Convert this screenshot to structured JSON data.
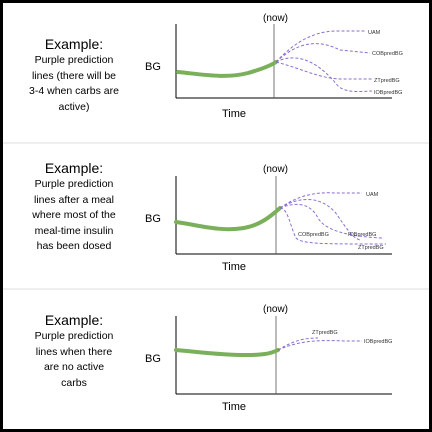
{
  "panels": [
    {
      "title": "Example:",
      "description_lines": [
        "Purple prediction",
        "lines (there will be",
        "3-4 when carbs are",
        "active)"
      ],
      "ylabel": "BG",
      "xlabel": "Time",
      "now_label": "(now)",
      "prediction_labels": [
        "UAM",
        "COBpredBG",
        "ZTpredBG",
        "IOBpredBG"
      ]
    },
    {
      "title": "Example:",
      "description_lines": [
        "Purple prediction",
        "lines after a meal",
        "where most of the",
        "meal-time insulin",
        "has been dosed"
      ],
      "ylabel": "BG",
      "xlabel": "Time",
      "now_label": "(now)",
      "prediction_labels": [
        "UAM",
        "COBpredBG",
        "IOBpredBG",
        "ZTpredBG"
      ]
    },
    {
      "title": "Example:",
      "description_lines": [
        "Purple prediction",
        "lines when there",
        "are no active",
        "carbs"
      ],
      "ylabel": "BG",
      "xlabel": "Time",
      "now_label": "(now)",
      "prediction_labels": [
        "ZTpredBG",
        "IOBpredBG"
      ]
    }
  ],
  "colors": {
    "history_line": "#7ab05a",
    "prediction_line": "#8a6fd0",
    "axis": "#000000",
    "frame_border": "#000000"
  }
}
